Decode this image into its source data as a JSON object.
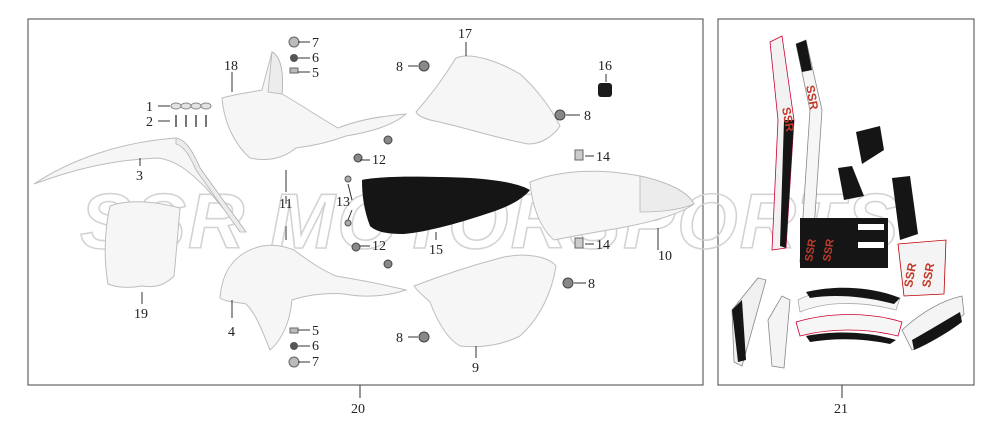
{
  "watermark": "SSR MOTORSPORTS",
  "panels": {
    "main_label": "20",
    "decal_label": "21"
  },
  "callouts": {
    "c1": "1",
    "c2": "2",
    "c3": "3",
    "c4": "4",
    "c5a": "5",
    "c5b": "5",
    "c6a": "6",
    "c6b": "6",
    "c7a": "7",
    "c7b": "7",
    "c8a": "8",
    "c8b": "8",
    "c8c": "8",
    "c8d": "8",
    "c9": "9",
    "c10": "10",
    "c11": "11",
    "c12a": "12",
    "c12b": "12",
    "c13": "13",
    "c14a": "14",
    "c14b": "14",
    "c15": "15",
    "c16": "16",
    "c17": "17",
    "c18": "18",
    "c19": "19"
  },
  "decal_text": {
    "brand_a": "SSR",
    "brand_b": "SSR",
    "brand_c": "SSR",
    "brand_d": "SSR",
    "brand_e": "SSR",
    "brand_f": "SSR"
  }
}
